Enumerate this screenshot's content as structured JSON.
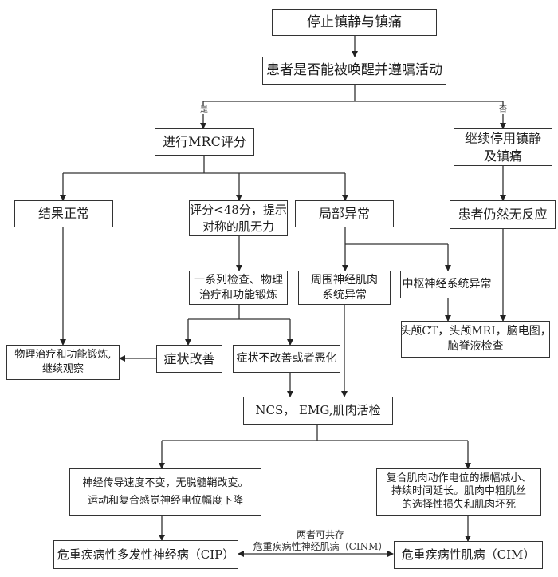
{
  "diagram": {
    "type": "flowchart",
    "nodes": {
      "stop_sedation": {
        "lines": [
          "停止镇静与镇痛"
        ]
      },
      "can_wake": {
        "lines": [
          "患者是否能被唤醒并遵嘱活动"
        ]
      },
      "mrc_score": {
        "lines": [
          "进行MRC评分"
        ]
      },
      "continue_stop": {
        "lines": [
          "继续停用镇静",
          "及镇痛"
        ]
      },
      "normal_result": {
        "lines": [
          "结果正常"
        ]
      },
      "score_below_48": {
        "lines": [
          "评分<48分，提示",
          "对称的肌无力"
        ]
      },
      "local_abnormal": {
        "lines": [
          "局部异常"
        ]
      },
      "still_unresponsive": {
        "lines": [
          "患者仍然无反应"
        ]
      },
      "series_exams": {
        "lines": [
          "一系列检查、物理",
          "治疗和功能锻炼"
        ]
      },
      "peripheral_abnormal": {
        "lines": [
          "周围神经肌肉",
          "系统异常"
        ]
      },
      "central_abnormal": {
        "lines": [
          "中枢神经系统异常"
        ]
      },
      "head_imaging": {
        "lines": [
          "头颅CT，头颅MRI，脑电图，",
          "脑脊液检查"
        ]
      },
      "pt_observe": {
        "lines": [
          "物理治疗和功能锻炼,",
          "继续观察"
        ]
      },
      "improved": {
        "lines": [
          "症状改善"
        ]
      },
      "not_improved": {
        "lines": [
          "症状不改善或者恶化"
        ]
      },
      "ncs_emg": {
        "lines": [
          "NCS， EMG,肌肉活检"
        ]
      },
      "cip_findings": {
        "lines": [
          "神经传导速度不变，无脱髓鞘改变。",
          "运动和复合感觉神经电位幅度下降"
        ]
      },
      "cim_findings": {
        "lines": [
          "复合肌肉动作电位的振幅减小、",
          "持续时间延长。肌肉中粗肌丝",
          "的选择性损失和肌肉坏死"
        ]
      },
      "cip": {
        "lines": [
          "危重疾病性多发性神经病（CIP）"
        ]
      },
      "cim": {
        "lines": [
          "危重疾病性肌病（CIM）"
        ]
      }
    },
    "edge_labels": {
      "yes": "是",
      "no": "否",
      "coexist": "两者可共存",
      "cinm": "危重疾病性神经肌病（CINM）"
    },
    "colors": {
      "line": "#333333",
      "text": "#1e1e1e",
      "background": "#ffffff"
    }
  }
}
